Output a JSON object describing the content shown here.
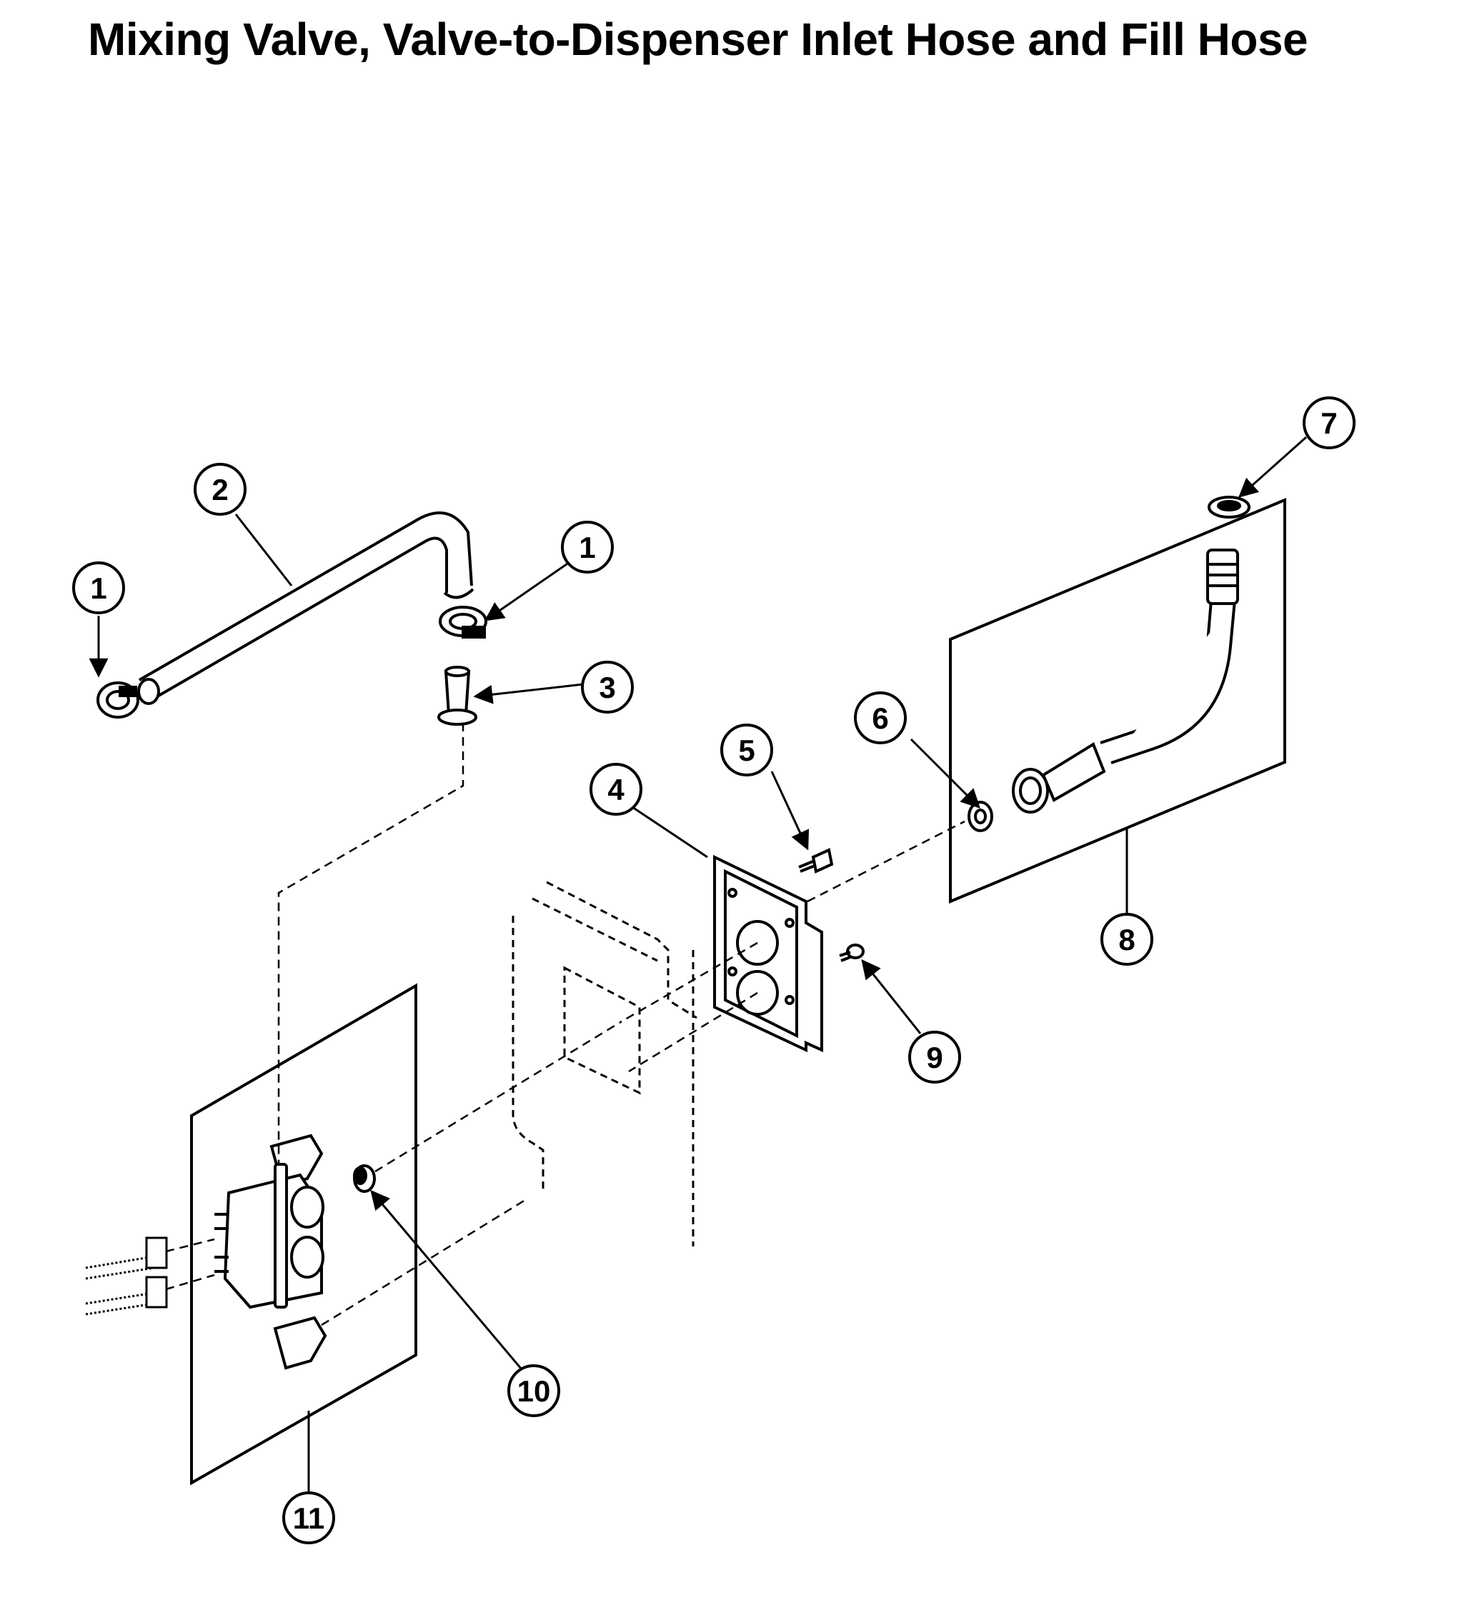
{
  "title": "Mixing Valve, Valve-to-Dispenser Inlet Hose and Fill Hose",
  "callouts": [
    {
      "id": "c1a",
      "label": "1"
    },
    {
      "id": "c1b",
      "label": "1"
    },
    {
      "id": "c2",
      "label": "2"
    },
    {
      "id": "c3",
      "label": "3"
    },
    {
      "id": "c4",
      "label": "4"
    },
    {
      "id": "c5",
      "label": "5"
    },
    {
      "id": "c6",
      "label": "6"
    },
    {
      "id": "c7",
      "label": "7"
    },
    {
      "id": "c8",
      "label": "8"
    },
    {
      "id": "c9",
      "label": "9"
    },
    {
      "id": "c10",
      "label": "10"
    },
    {
      "id": "c11",
      "label": "11"
    }
  ],
  "colors": {
    "ink": "#000000",
    "paper": "#ffffff"
  }
}
